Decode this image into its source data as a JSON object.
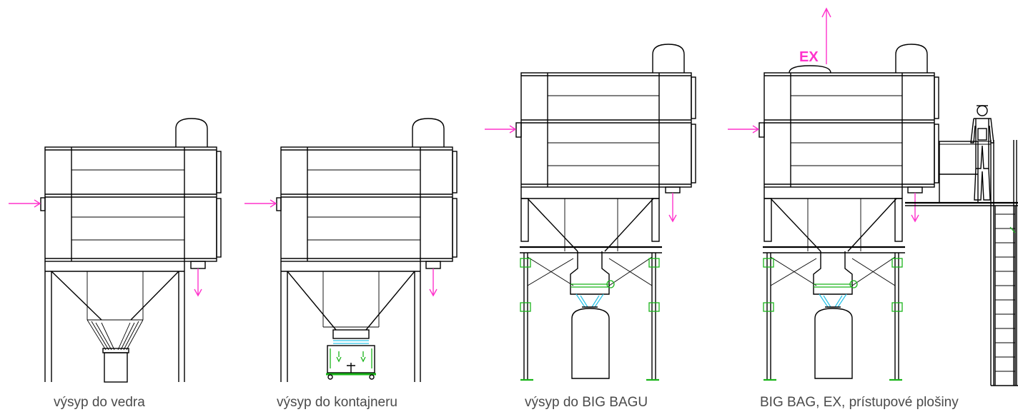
{
  "captions": [
    "výsyp do vedra",
    "výsyp do kontajneru",
    "výsyp do BIG BAGU",
    "BIG BAG, EX, prístupové plošiny"
  ],
  "ex_label": "EX",
  "colors": {
    "outline": "#000000",
    "arrows": "#ff33cc",
    "valves": "#19b419",
    "sleeve": "#2ec3e6",
    "caption": "#4a4a4a"
  }
}
